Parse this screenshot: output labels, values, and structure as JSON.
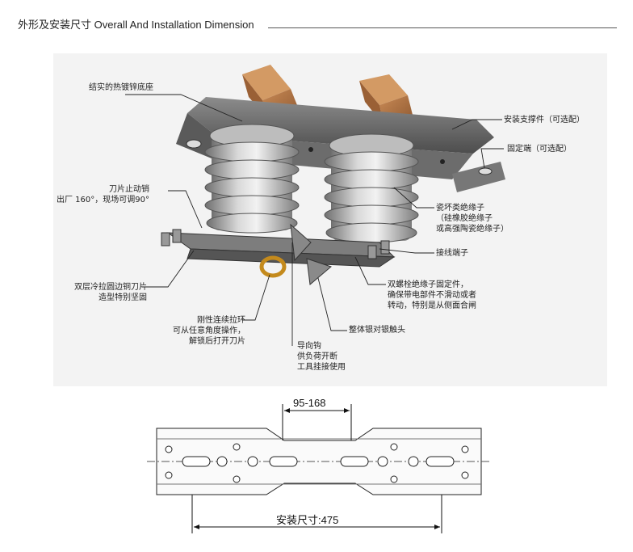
{
  "header": {
    "title": "外形及安装尺寸 Overall And Installation Dimension"
  },
  "callouts": {
    "base": "结实的热镀锌底座",
    "mount_bracket": "安装支撑件（可选配）",
    "fixed_end": "固定端（可选配）",
    "blade_stop": "刀片止动销\n出厂 160°，现场可调90°",
    "insulator": "瓷坏类绝缘子\n（硅橡胶绝缘子\n或高强陶瓷绝缘子）",
    "terminal": "接线端子",
    "blade": "双层冷拉圆边铜刀片\n造型特别坚固",
    "bolt_fix": "双螺栓绝缘子固定件，\n确保带电部件不滑动或者\n转动，特别是从侧面合闸",
    "pull_ring": "刚性连续拉环\n可从任意角度操作，\n解锁后打开刀片",
    "contact": "整体银对银触头",
    "guide_hook": "导向钩\n供负荷开断\n工具挂接使用"
  },
  "dimensions": {
    "spacing": "95-168",
    "install": "安装尺寸:475"
  }
}
